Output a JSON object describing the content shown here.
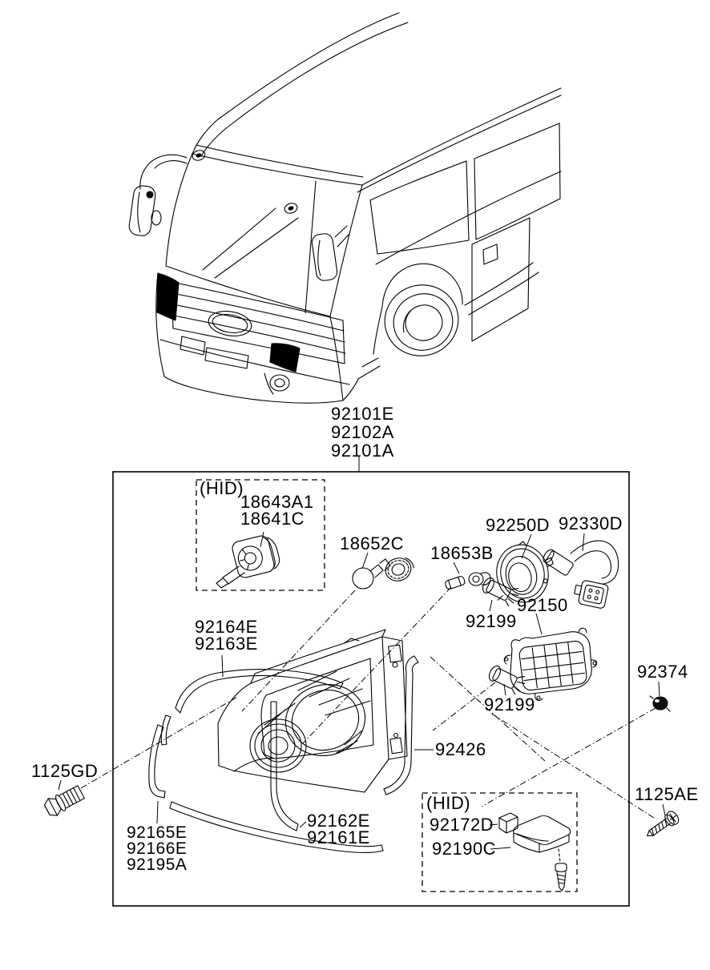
{
  "colors": {
    "line": "#000000",
    "background": "#ffffff",
    "filled_lamp": "#000000"
  },
  "labels": {
    "assembly": [
      "92101E",
      "92102A",
      "92101A"
    ],
    "hid_top": {
      "tag": "(HID)",
      "rows": [
        "18643A1",
        "18641C"
      ]
    },
    "bulb_small": "18652C",
    "socket_small": "18653B",
    "retainer_ring": "92250D",
    "harness": "92330D",
    "cover": "92150",
    "bulb_upper": "92199",
    "bulb_lower": "92199",
    "nut": "92374",
    "screw_right": "1125AE",
    "bolt_left": "1125GD",
    "gasket_top": [
      "92164E",
      "92163E"
    ],
    "gasket_side": [
      "92165E",
      "92166E",
      "92195A"
    ],
    "strip_center": [
      "92162E",
      "92161E"
    ],
    "strip_right": "92426",
    "hid_bottom": {
      "tag": "(HID)",
      "rows": [
        "92172D",
        "92190C"
      ]
    }
  }
}
